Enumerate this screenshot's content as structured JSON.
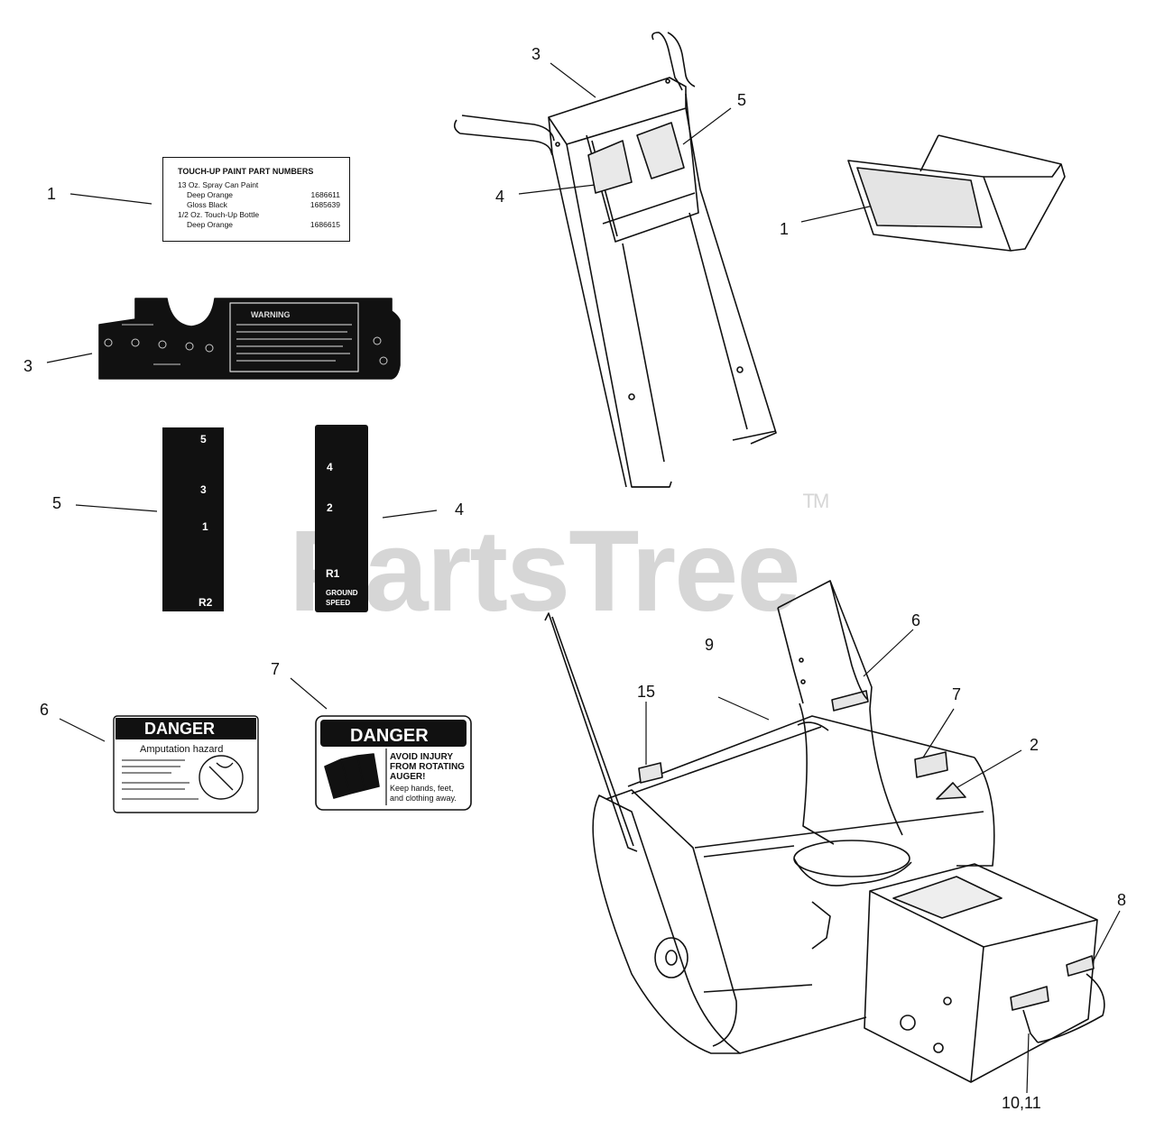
{
  "watermark": {
    "text": "PartsTree",
    "tm": "TM"
  },
  "callouts": {
    "c1_left": "1",
    "c3_left": "3",
    "c5_left": "5",
    "c4_left": "4",
    "c6_left": "6",
    "c7_left": "7",
    "c3_top": "3",
    "c5_top": "5",
    "c4_top": "4",
    "c1_right": "1",
    "c6_right": "6",
    "c9": "9",
    "c15": "15",
    "c7_right": "7",
    "c2": "2",
    "c8": "8",
    "c10_11": "10,11"
  },
  "paint_label": {
    "title": "TOUCH-UP PAINT PART NUMBERS",
    "line1": "13 Oz. Spray Can Paint",
    "deep_orange_1": "Deep Orange",
    "deep_orange_1_num": "1686611",
    "gloss_black": "Gloss Black",
    "gloss_black_num": "1685639",
    "line2": "1/2 Oz. Touch-Up Bottle",
    "deep_orange_2": "Deep Orange",
    "deep_orange_2_num": "1686615"
  },
  "speed_strip_left": {
    "n5": "5",
    "n3": "3",
    "n1": "1",
    "r2": "R2"
  },
  "speed_strip_right": {
    "n4": "4",
    "n2": "2",
    "r1": "R1",
    "ground": "GROUND",
    "speed": "SPEED"
  },
  "danger_left": {
    "header": "DANGER",
    "subtitle": "Amputation hazard"
  },
  "danger_right": {
    "header": "DANGER",
    "line1": "AVOID INJURY",
    "line2": "FROM ROTATING",
    "line3": "AUGER!",
    "line4": "Keep hands, feet,",
    "line5": "and clothing away."
  },
  "warning_header": "WARNING"
}
